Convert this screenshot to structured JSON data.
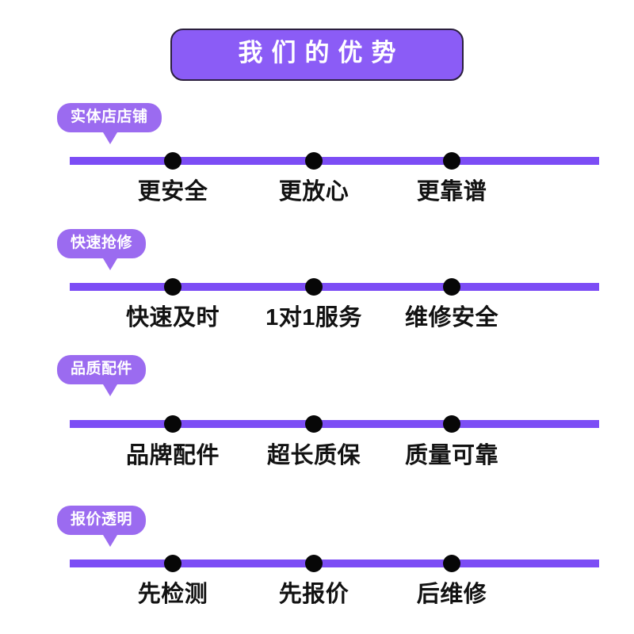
{
  "header": {
    "title": "我们的优势"
  },
  "colors": {
    "title_bg": "#8B5CF6",
    "title_border": "#2b1f3d",
    "badge_bg": "#9B6BF0",
    "bar": "#7C4DF5",
    "dot": "#070707",
    "label_text": "#121212",
    "page_bg": "#ffffff"
  },
  "sections": [
    {
      "badge": "实体店店铺",
      "items": [
        "更安全",
        "更放心",
        "更靠谱"
      ]
    },
    {
      "badge": "快速抢修",
      "items": [
        "快速及时",
        "1对1服务",
        "维修安全"
      ]
    },
    {
      "badge": "品质配件",
      "items": [
        "品牌配件",
        "超长质保",
        "质量可靠"
      ]
    },
    {
      "badge": "报价透明",
      "items": [
        "先检测",
        "先报价",
        "后维修"
      ]
    }
  ]
}
